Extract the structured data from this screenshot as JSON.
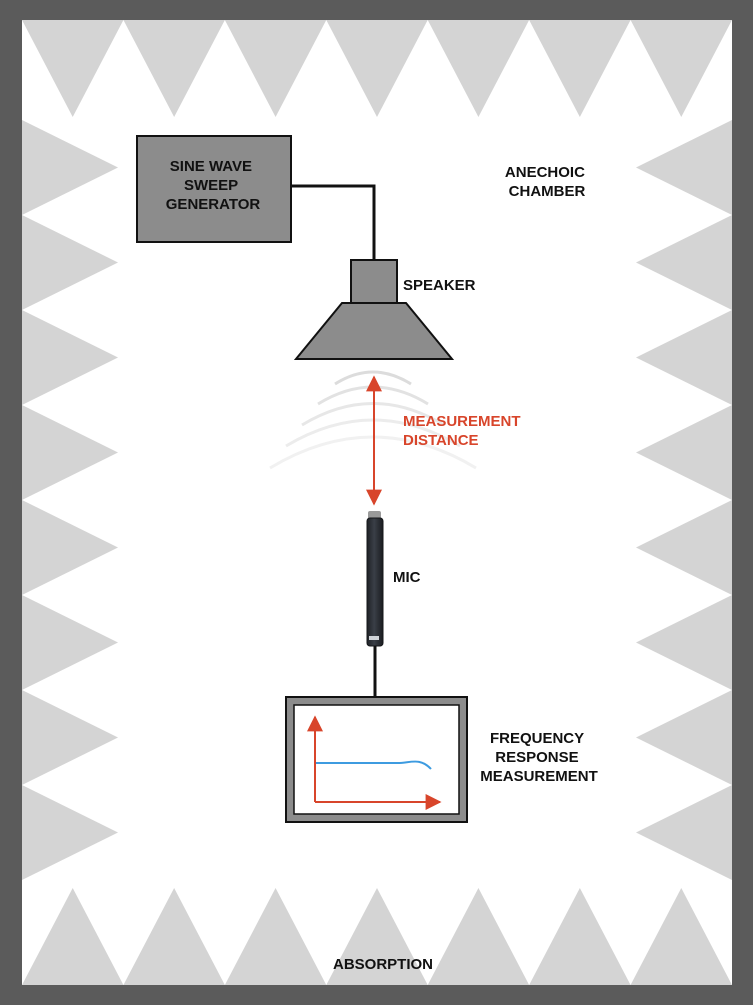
{
  "diagram": {
    "generator_label": [
      "SINE WAVE",
      "SWEEP",
      "GENERATOR"
    ],
    "chamber_label": [
      "ANECHOIC",
      "CHAMBER"
    ],
    "speaker_label": "SPEAKER",
    "distance_label": [
      "MEASUREMENT",
      "DISTANCE"
    ],
    "mic_label": "MIC",
    "measurement_label": [
      "FREQUENCY",
      "RESPONSE",
      "MEASUREMENT"
    ],
    "absorption_label": "ABSORPTION"
  },
  "colors": {
    "frame": "#5b5b5b",
    "wedge": "#d4d4d4",
    "chamber_bg": "#ffffff",
    "box_fill": "#8c8c8c",
    "accent_red": "#d8452b",
    "response_blue": "#3d9be0",
    "mic_body": "#2b2f35"
  }
}
